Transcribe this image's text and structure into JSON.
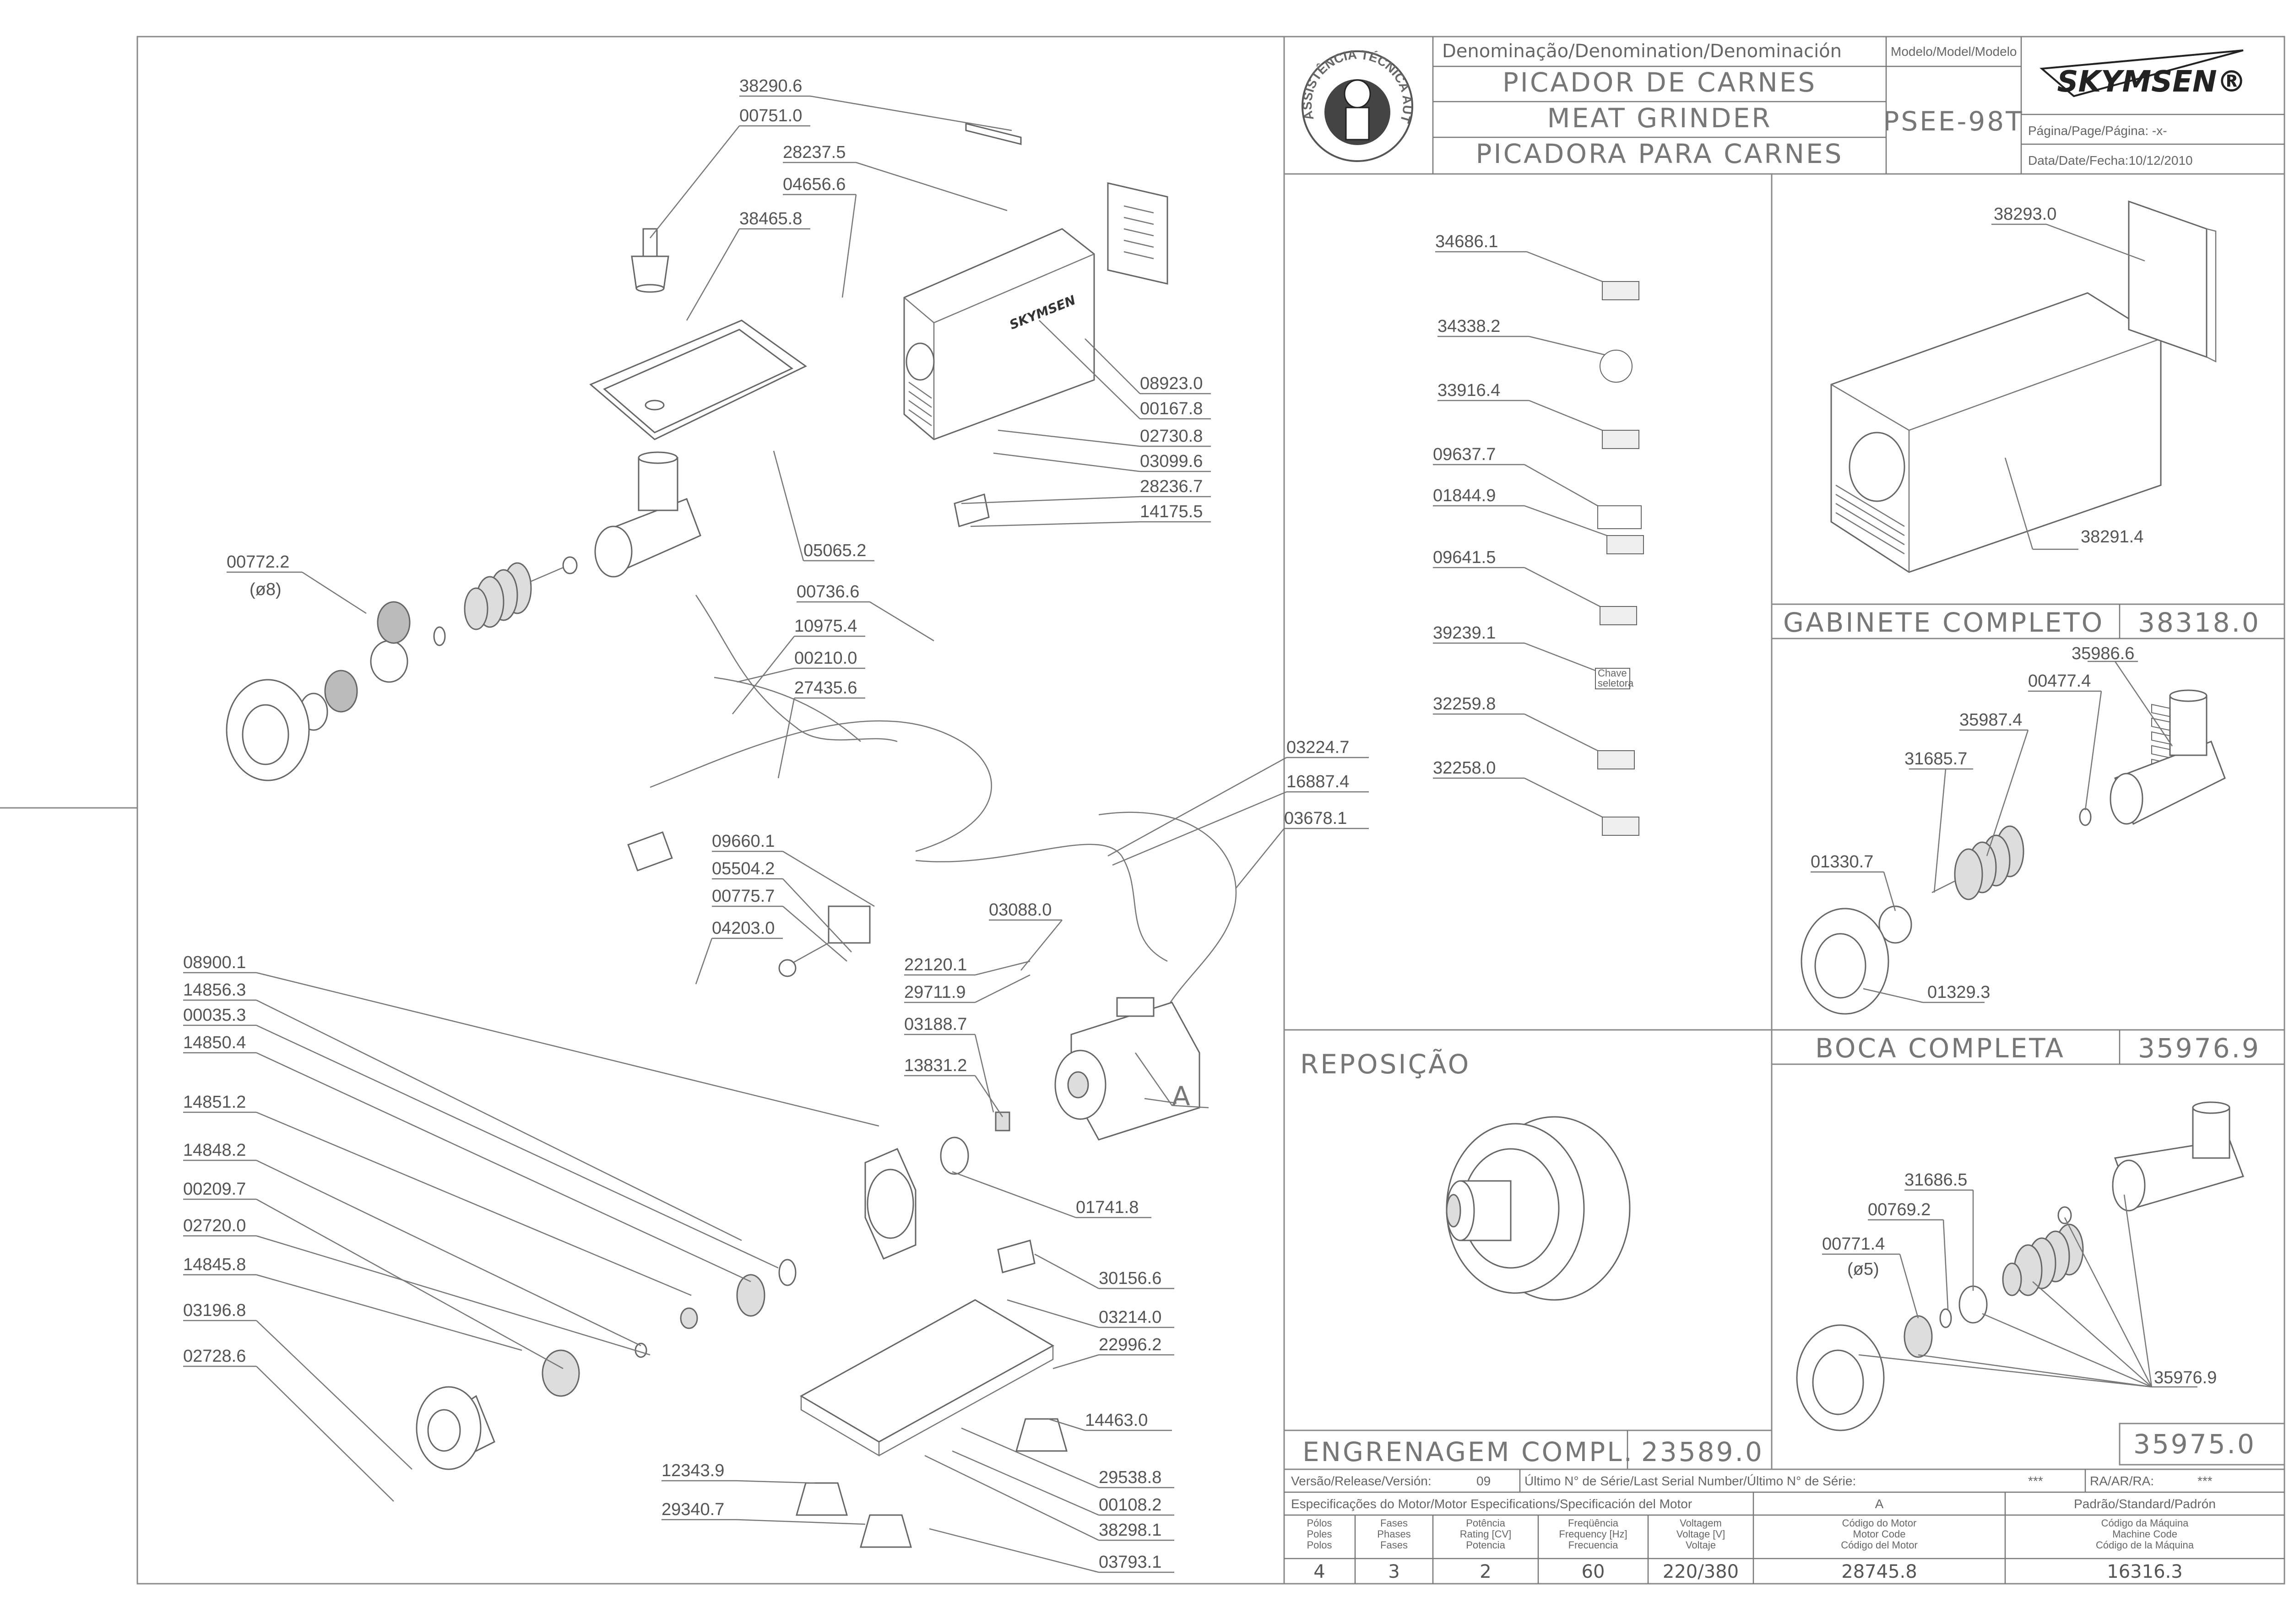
{
  "title_block": {
    "denomination_header": "Denominação/Denomination/Denominación",
    "model_header": "Modelo/Model/Modelo",
    "name_pt": "PICADOR DE CARNES",
    "name_en": "MEAT GRINDER",
    "name_es": "PICADORA PARA CARNES",
    "model": "PSEE-98T",
    "brand": "SKYMSEN®",
    "page_label": "Página/Page/Página: -x-",
    "date_label": "Data/Date/Fecha:10/12/2010",
    "seal_text": "ASSISTÊNCIA TÉCNICA AUTORIZADA"
  },
  "main_labels": [
    {
      "id": "38290.6"
    },
    {
      "id": "00751.0"
    },
    {
      "id": "28237.5"
    },
    {
      "id": "04656.6"
    },
    {
      "id": "38465.8"
    },
    {
      "id": "08923.0"
    },
    {
      "id": "00167.8"
    },
    {
      "id": "02730.8"
    },
    {
      "id": "03099.6"
    },
    {
      "id": "28236.7"
    },
    {
      "id": "14175.5"
    },
    {
      "id": "05065.2"
    },
    {
      "id": "00772.2"
    },
    {
      "id": "(ø8)"
    },
    {
      "id": "00736.6"
    },
    {
      "id": "10975.4"
    },
    {
      "id": "00210.0"
    },
    {
      "id": "27435.6"
    },
    {
      "id": "03224.7"
    },
    {
      "id": "16887.4"
    },
    {
      "id": "03678.1"
    },
    {
      "id": "09660.1"
    },
    {
      "id": "05504.2"
    },
    {
      "id": "00775.7"
    },
    {
      "id": "04203.0"
    },
    {
      "id": "03088.0"
    },
    {
      "id": "22120.1"
    },
    {
      "id": "29711.9"
    },
    {
      "id": "03188.7"
    },
    {
      "id": "13831.2"
    },
    {
      "id": "08900.1"
    },
    {
      "id": "14856.3"
    },
    {
      "id": "00035.3"
    },
    {
      "id": "14850.4"
    },
    {
      "id": "14851.2"
    },
    {
      "id": "14848.2"
    },
    {
      "id": "00209.7"
    },
    {
      "id": "02720.0"
    },
    {
      "id": "14845.8"
    },
    {
      "id": "03196.8"
    },
    {
      "id": "02728.6"
    },
    {
      "id": "01741.8"
    },
    {
      "id": "30156.6"
    },
    {
      "id": "03214.0"
    },
    {
      "id": "22996.2"
    },
    {
      "id": "14463.0"
    },
    {
      "id": "29538.8"
    },
    {
      "id": "00108.2"
    },
    {
      "id": "38298.1"
    },
    {
      "id": "03793.1"
    },
    {
      "id": "12343.9"
    },
    {
      "id": "29340.7"
    },
    {
      "id": "A"
    }
  ],
  "decal_labels": [
    "34686.1",
    "34338.2",
    "33916.4",
    "09637.7",
    "01844.9",
    "09641.5",
    "39239.1",
    "32259.8",
    "32258.0"
  ],
  "decal_text": {
    "chave": "Chave",
    "seletora": "seletora"
  },
  "motor_brand": "SKYMSEN",
  "cabinet": {
    "labels": [
      "38293.0",
      "38291.4"
    ],
    "caption": "GABINETE COMPLETO",
    "code": "38318.0"
  },
  "mouth": {
    "labels": [
      "35986.6",
      "00477.4",
      "35987.4",
      "31685.7",
      "01330.7",
      "01329.3"
    ],
    "caption": "BOCA COMPLETA",
    "code": "35976.9"
  },
  "mouth2": {
    "labels": [
      "31686.5",
      "00769.2",
      "00771.4",
      "(ø5)",
      "35976.9"
    ],
    "code": "35975.0"
  },
  "reposicao": {
    "title": "REPOSIÇÃO",
    "caption": "ENGRENAGEM COMPL.",
    "code": "23589.0"
  },
  "version_row": {
    "version_label": "Versão/Release/Versión:",
    "version": "09",
    "serial_label": "Último N° de Série/Last Serial Number/Último N° de Série:",
    "serial": "***",
    "ra_label": "RA/AR/RA:",
    "ra": "***"
  },
  "motor_spec": {
    "header": "Especificações do Motor/Motor Especifications/Specificación del Motor",
    "col_a": "A",
    "col_std": "Padrão/Standard/Padrón",
    "columns": [
      [
        "Pólos",
        "Poles",
        "Polos"
      ],
      [
        "Fases",
        "Phases",
        "Fases"
      ],
      [
        "Potência",
        "Rating [CV]",
        "Potencia"
      ],
      [
        "Freqüência",
        "Frequency [Hz]",
        "Frecuencia"
      ],
      [
        "Voltagem",
        "Voltage [V]",
        "Voltaje"
      ],
      [
        "Código do Motor",
        "Motor Code",
        "Código del Motor"
      ],
      [
        "Código da Máquina",
        "Machine Code",
        "Código de la Máquina"
      ]
    ],
    "values": [
      "4",
      "3",
      "2",
      "60",
      "220/380",
      "28745.8",
      "16316.3"
    ]
  }
}
